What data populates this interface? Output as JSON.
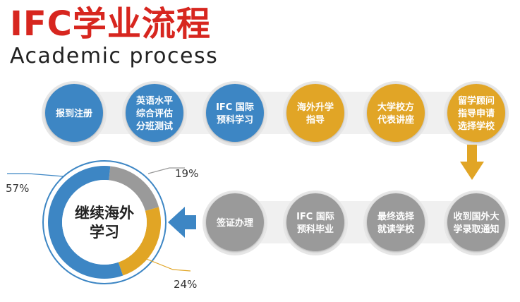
{
  "title_cn": "IFC学业流程",
  "title_en": "Academic process",
  "colors": {
    "blue": "#3d86c4",
    "gold": "#e1a525",
    "gray": "#9a9a9a",
    "red": "#d7261f"
  },
  "steps_top": [
    {
      "lines": [
        "报到注册"
      ],
      "color": "blue"
    },
    {
      "lines": [
        "英语水平",
        "综合评估",
        "分班测试"
      ],
      "color": "blue"
    },
    {
      "lines": [
        "IFC 国际",
        "预科学习"
      ],
      "color": "blue"
    },
    {
      "lines": [
        "海外升学",
        "指导"
      ],
      "color": "gold"
    },
    {
      "lines": [
        "大学校方",
        "代表讲座"
      ],
      "color": "gold"
    },
    {
      "lines": [
        "留学顾问",
        "指导申请",
        "选择学校"
      ],
      "color": "gold"
    }
  ],
  "steps_bottom": [
    {
      "lines": [
        "签证办理"
      ],
      "color": "gray"
    },
    {
      "lines": [
        "IFC 国际",
        "预科毕业"
      ],
      "color": "gray"
    },
    {
      "lines": [
        "最终选择",
        "就读学校"
      ],
      "color": "gray"
    },
    {
      "lines": [
        "收到国外大",
        "学录取通知"
      ],
      "color": "gray"
    }
  ],
  "result": {
    "lines": [
      "继续海外",
      "学习"
    ],
    "segments": [
      {
        "label": "57%",
        "value": 57,
        "color": "blue"
      },
      {
        "label": "19%",
        "value": 19,
        "color": "gray"
      },
      {
        "label": "24%",
        "value": 24,
        "color": "gold"
      }
    ]
  }
}
